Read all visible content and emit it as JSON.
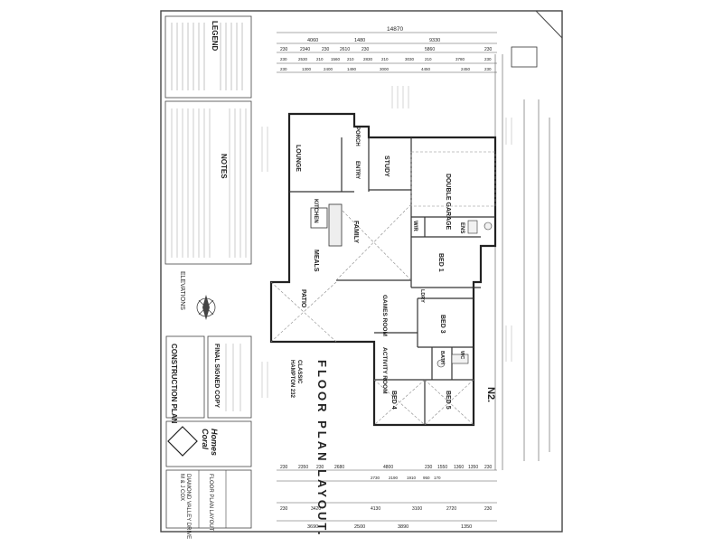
{
  "sheet": {
    "legend_title": "LEGEND",
    "notes_title": "NOTES",
    "elevations_label": "ELEVATIONS",
    "stamp_construction": "CONSTRUCTION PLAN",
    "stamp_final": "FINAL SIGNED COPY",
    "title": "FLOOR PLAN LAYOUT.",
    "house_type": "HAMPTON 232",
    "facade": "CLASSIC",
    "plan_ref": "N2.",
    "client": "M & J COX",
    "site": "DIAMOND VALLEY DRIVE",
    "drawing": "FLOOR PLAN LAYOUT",
    "company_line1": "Coral",
    "company_line2": "Homes",
    "overall_dim": "14870",
    "top_dims_row1": [
      "4060",
      "1480",
      "9330"
    ],
    "top_dims_row2": [
      "230",
      "2340",
      "230",
      "2610",
      "230",
      "5860",
      "230"
    ],
    "top_dims_row3": [
      "230",
      "2530",
      "210",
      "1560",
      "210",
      "2830",
      "210",
      "3030",
      "210",
      "3780",
      "230"
    ],
    "top_dims_row4": [
      "230",
      "1300",
      "2400",
      "1490",
      "3000",
      "4450",
      "2450",
      "230"
    ],
    "bottom_dims_row1": [
      "230",
      "2350",
      "230",
      "2680",
      "4800",
      "230",
      "1550",
      "1360",
      "1350",
      "230"
    ],
    "bottom_dims_row2": [
      "2730",
      "2190",
      "1910",
      "950",
      "170"
    ],
    "bottom_dims_row3": [
      "230",
      "3420",
      "4130",
      "3100",
      "2720",
      "230"
    ],
    "bottom_dims_row4": [
      "3690",
      "2500",
      "3890",
      "1350"
    ]
  },
  "rooms": {
    "lounge": "LOUNGE",
    "porch": "PORCH",
    "entry": "ENTRY",
    "study": "STUDY",
    "garage": "DOUBLE GARAGE",
    "kitchen": "KITCHEN",
    "family": "FAMILY",
    "meals": "MEALS",
    "patio": "PATIO",
    "wir": "W/R",
    "ens": "ENS",
    "bed1": "BED 1",
    "games": "GAMES ROOM",
    "ldry": "LDRY",
    "bed3": "BED 3",
    "bath": "BATH",
    "wc": "WC",
    "activity": "ACTIVITY ROOM",
    "bed4": "BED 4",
    "bed5": "BED 5"
  }
}
